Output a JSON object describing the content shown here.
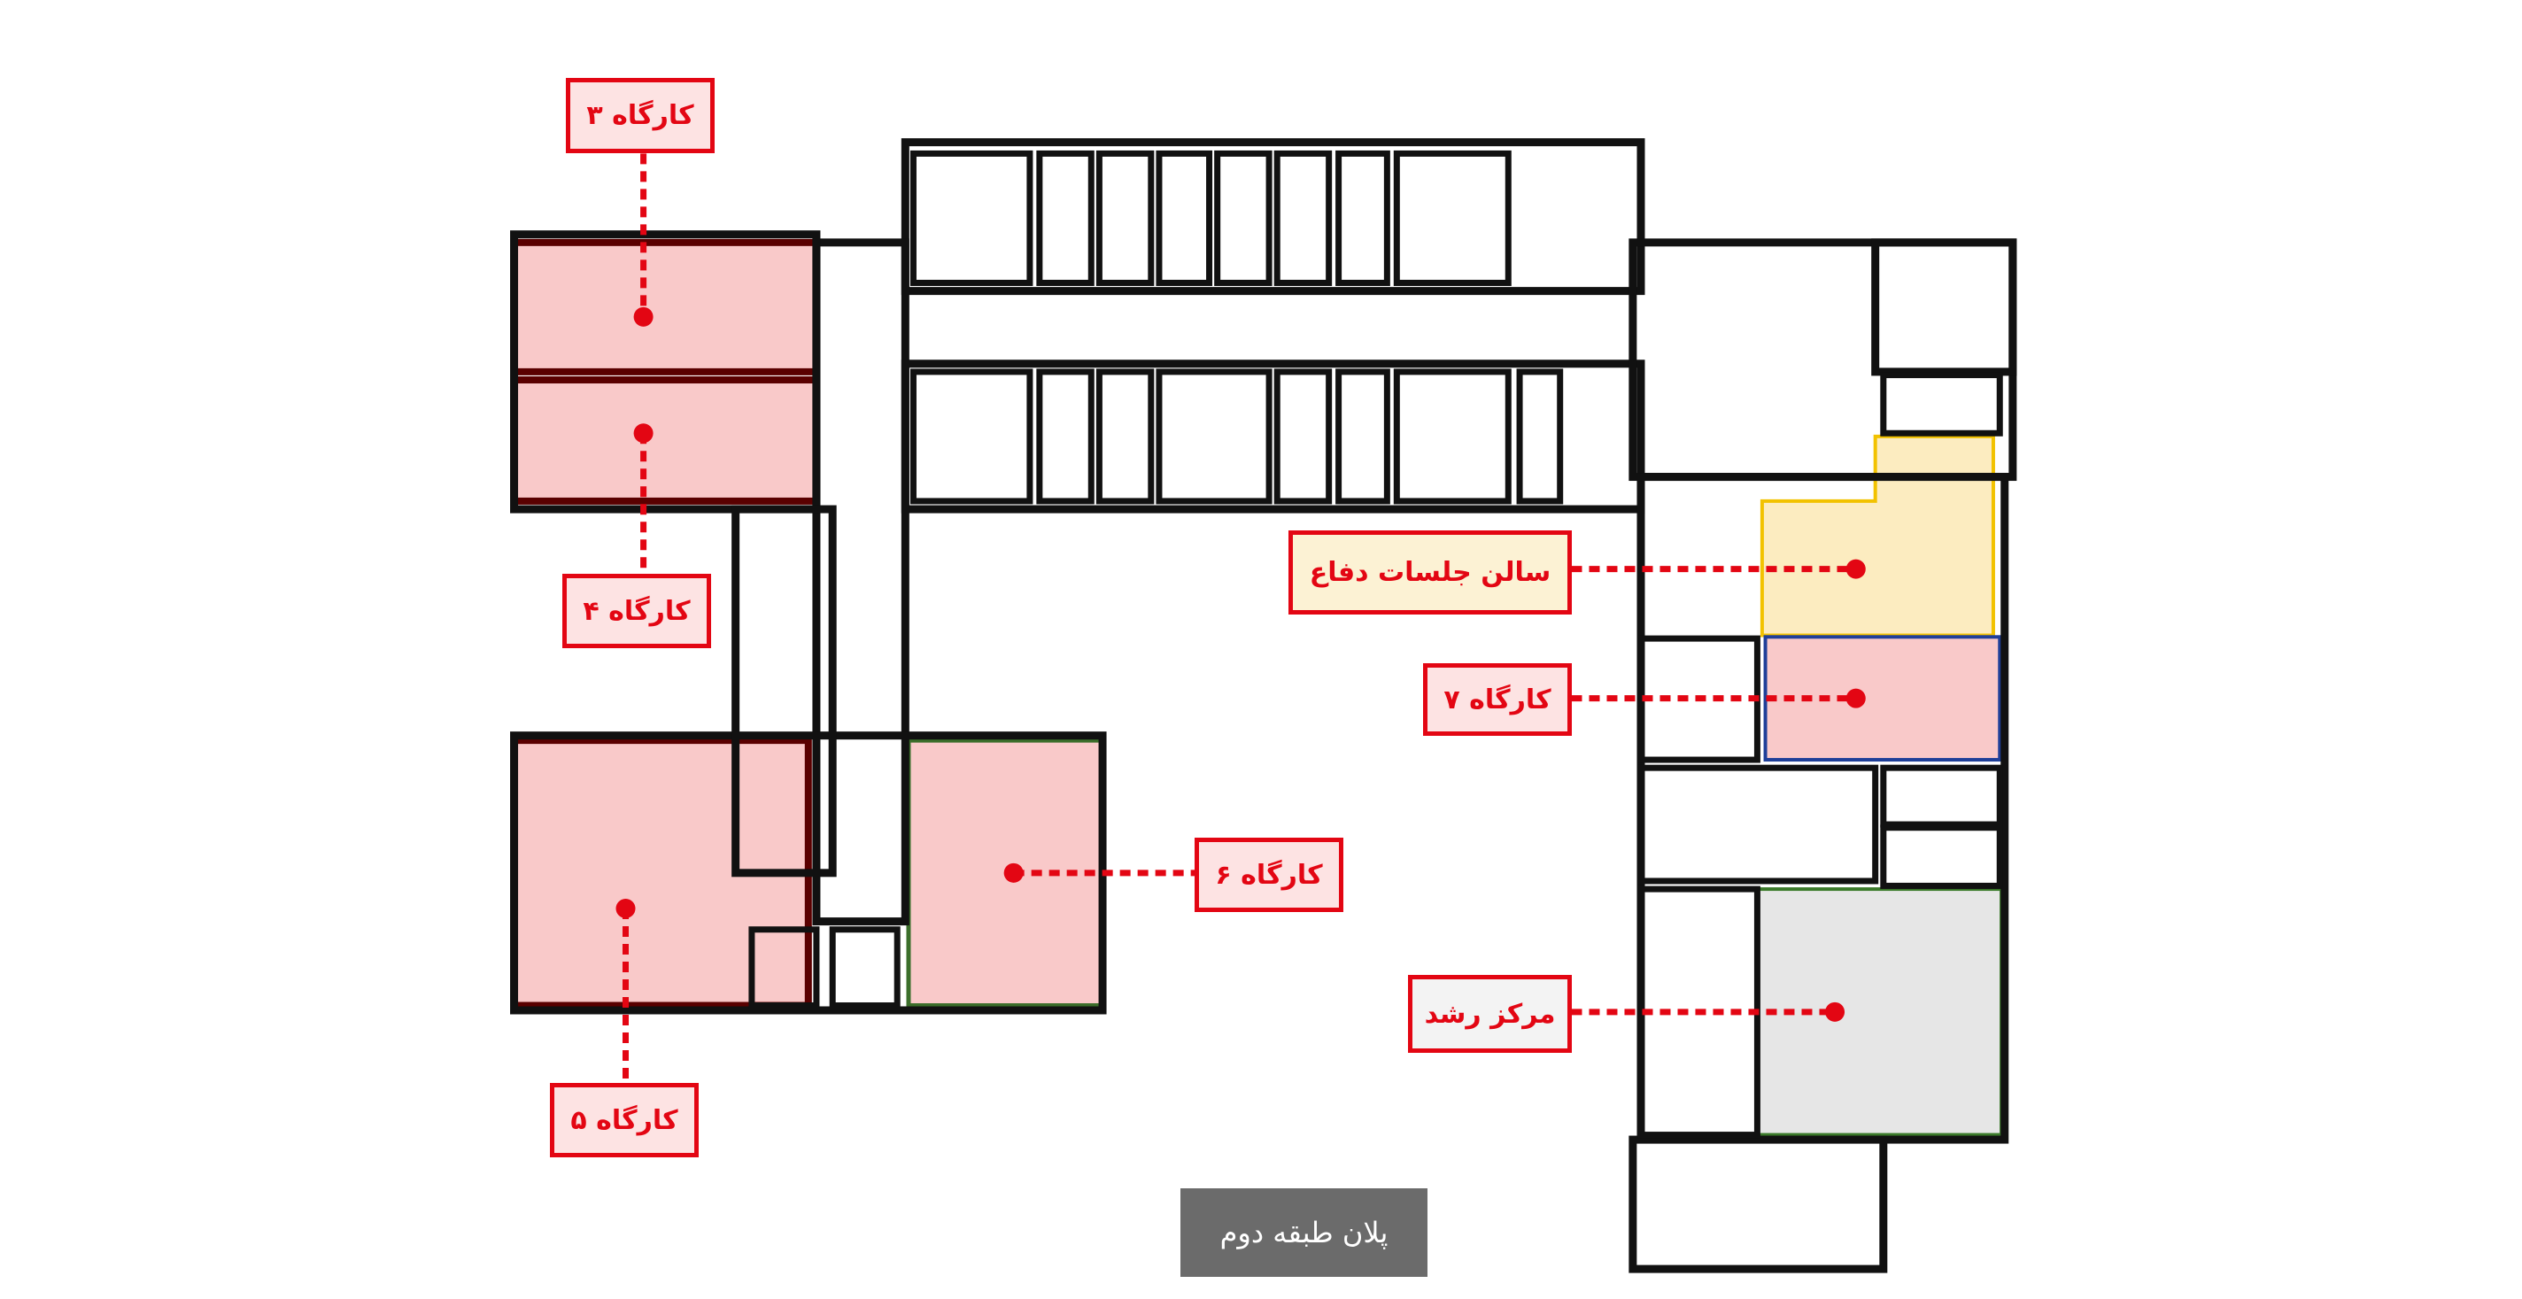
{
  "plan": {
    "title": "پلان طبقه دوم",
    "labels": {
      "workshop3": "کارگاه ۳",
      "workshop4": "کارگاه ۴",
      "workshop5": "کارگاه ۵",
      "workshop6": "کارگاه ۶",
      "workshop7": "کارگاه ۷",
      "defense_hall": "سالن جلسات دفاع",
      "incubator": "مرکز رشد"
    },
    "colors": {
      "marker": "#e30613",
      "workshop_fill": "#f9c9c9",
      "hall_fill": "#fcecc0",
      "incubator_fill": "#e6e6e6"
    }
  }
}
